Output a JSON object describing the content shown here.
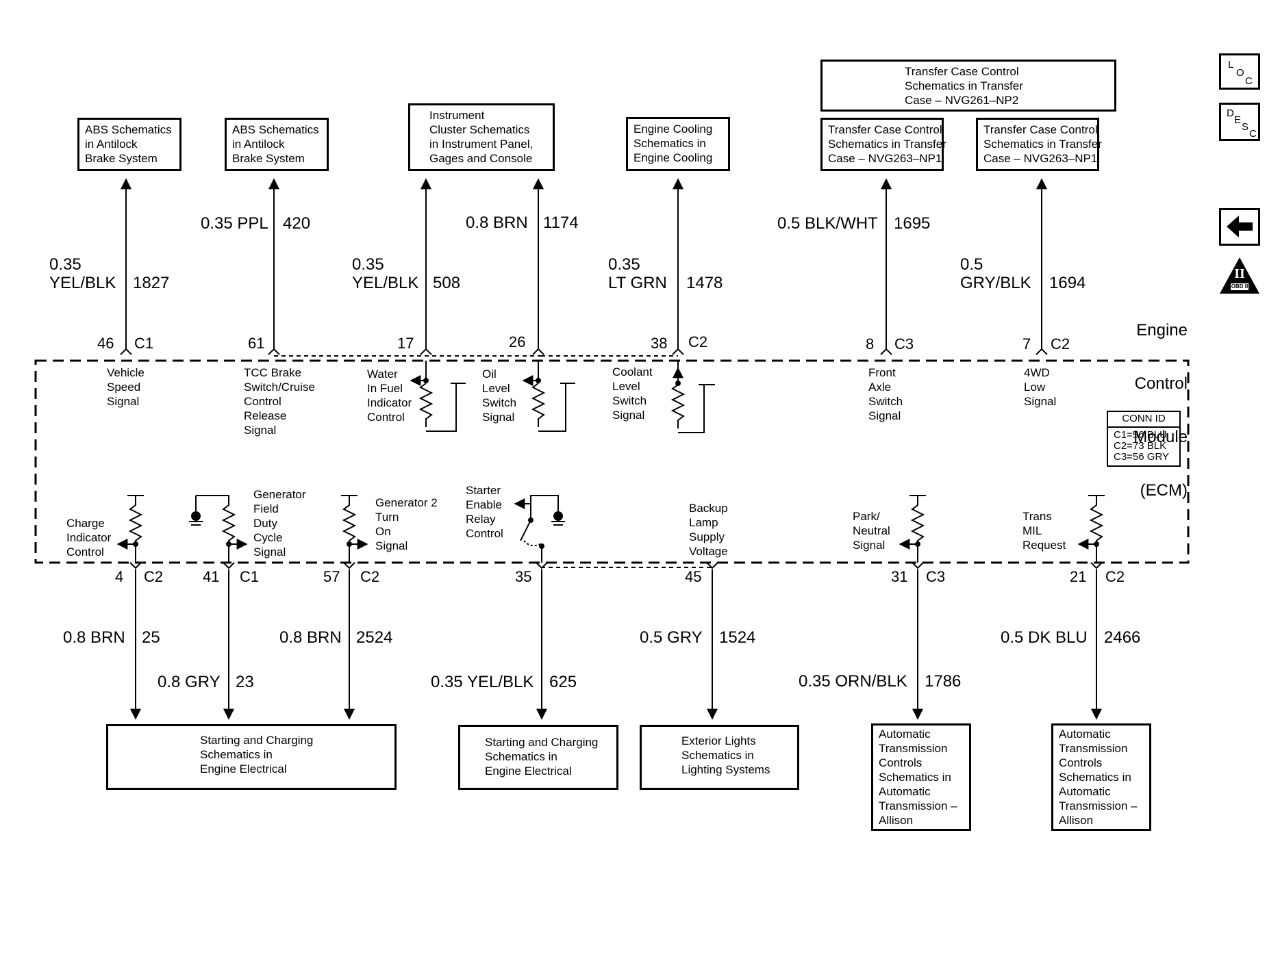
{
  "module_title": [
    "Engine",
    "Control",
    "Module",
    "(ECM)"
  ],
  "connector_id": {
    "header": "CONN ID",
    "lines": [
      "C1=56 BLU",
      "C2=73 BLK",
      "C3=56 GRY"
    ]
  },
  "nav": {
    "loc": [
      "L",
      "O",
      "C"
    ],
    "desc": [
      "D",
      "E",
      "S",
      "C"
    ],
    "back_icon": "left-arrow-icon",
    "obd_icon": "obd-ii-triangle-icon",
    "obd_label": "OBD II",
    "obd_roman": "II"
  },
  "top_boxes": [
    {
      "text": "ABS Schematics\nin Antilock\nBrake System"
    },
    {
      "text": "ABS Schematics\nin Antilock\nBrake System"
    },
    {
      "text": "Instrument\nCluster Schematics\nin Instrument Panel,\nGages and Console"
    },
    {
      "text": "Engine Cooling\nSchematics in\nEngine Cooling"
    },
    {
      "text": "Transfer Case Control\nSchematics in Transfer\nCase – NVG261–NP2"
    },
    {
      "text": "Transfer Case Control\nSchematics in Transfer\nCase – NVG263–NP1"
    },
    {
      "text": "Transfer Case Control\nSchematics in Transfer\nCase – NVG263–NP1"
    }
  ],
  "top_wires": [
    {
      "gauge": "0.35\nYEL/BLK",
      "circuit": "1827",
      "pin": "46",
      "connector": "C1",
      "signal": "Vehicle\nSpeed\nSignal"
    },
    {
      "gauge": "0.35 PPL",
      "circuit": "420",
      "pin": "61",
      "connector": "",
      "signal": "TCC Brake\nSwitch/Cruise\nControl\nRelease\nSignal"
    },
    {
      "gauge": "0.35\nYEL/BLK",
      "circuit": "508",
      "pin": "17",
      "connector": "",
      "signal": "Water\nIn Fuel\nIndicator\nControl"
    },
    {
      "gauge": "0.8 BRN",
      "circuit": "1174",
      "pin": "26",
      "connector": "",
      "signal": "Oil\nLevel\nSwitch\nSignal"
    },
    {
      "gauge": "0.35\nLT GRN",
      "circuit": "1478",
      "pin": "38",
      "connector": "C2",
      "signal": "Coolant\nLevel\nSwitch\nSignal"
    },
    {
      "gauge": "0.5 BLK/WHT",
      "circuit": "1695",
      "pin": "8",
      "connector": "C3",
      "signal": "Front\nAxle\nSwitch\nSignal"
    },
    {
      "gauge": "0.5\nGRY/BLK",
      "circuit": "1694",
      "pin": "7",
      "connector": "C2",
      "signal": "4WD\nLow\nSignal"
    }
  ],
  "bottom_wires": [
    {
      "gauge": "0.8 BRN",
      "circuit": "25",
      "pin": "4",
      "connector": "C2",
      "signal": "Charge\nIndicator\nControl"
    },
    {
      "gauge": "0.8 GRY",
      "circuit": "23",
      "pin": "41",
      "connector": "C1",
      "signal": "Generator\nField\nDuty\nCycle\nSignal"
    },
    {
      "gauge": "0.8 BRN",
      "circuit": "2524",
      "pin": "57",
      "connector": "C2",
      "signal": "Generator 2\nTurn\nOn\nSignal"
    },
    {
      "gauge": "0.35 YEL/BLK",
      "circuit": "625",
      "pin": "35",
      "connector": "",
      "signal": "Starter\nEnable\nRelay\nControl"
    },
    {
      "gauge": "0.5 GRY",
      "circuit": "1524",
      "pin": "45",
      "connector": "",
      "signal": "Backup\nLamp\nSupply\nVoltage"
    },
    {
      "gauge": "0.35 ORN/BLK",
      "circuit": "1786",
      "pin": "31",
      "connector": "C3",
      "signal": "Park/\nNeutral\nSignal"
    },
    {
      "gauge": "0.5 DK BLU",
      "circuit": "2466",
      "pin": "21",
      "connector": "C2",
      "signal": "Trans\nMIL\nRequest"
    }
  ],
  "bottom_boxes": [
    {
      "text": "Starting and Charging\nSchematics in\nEngine Electrical"
    },
    {
      "text": "Starting and Charging\nSchematics in\nEngine Electrical"
    },
    {
      "text": "Exterior Lights\nSchematics in\nLighting Systems"
    },
    {
      "text": "Automatic\nTransmission\nControls\nSchematics in\nAutomatic\nTransmission –\nAllison"
    },
    {
      "text": "Automatic\nTransmission\nControls\nSchematics in\nAutomatic\nTransmission –\nAllison"
    }
  ]
}
